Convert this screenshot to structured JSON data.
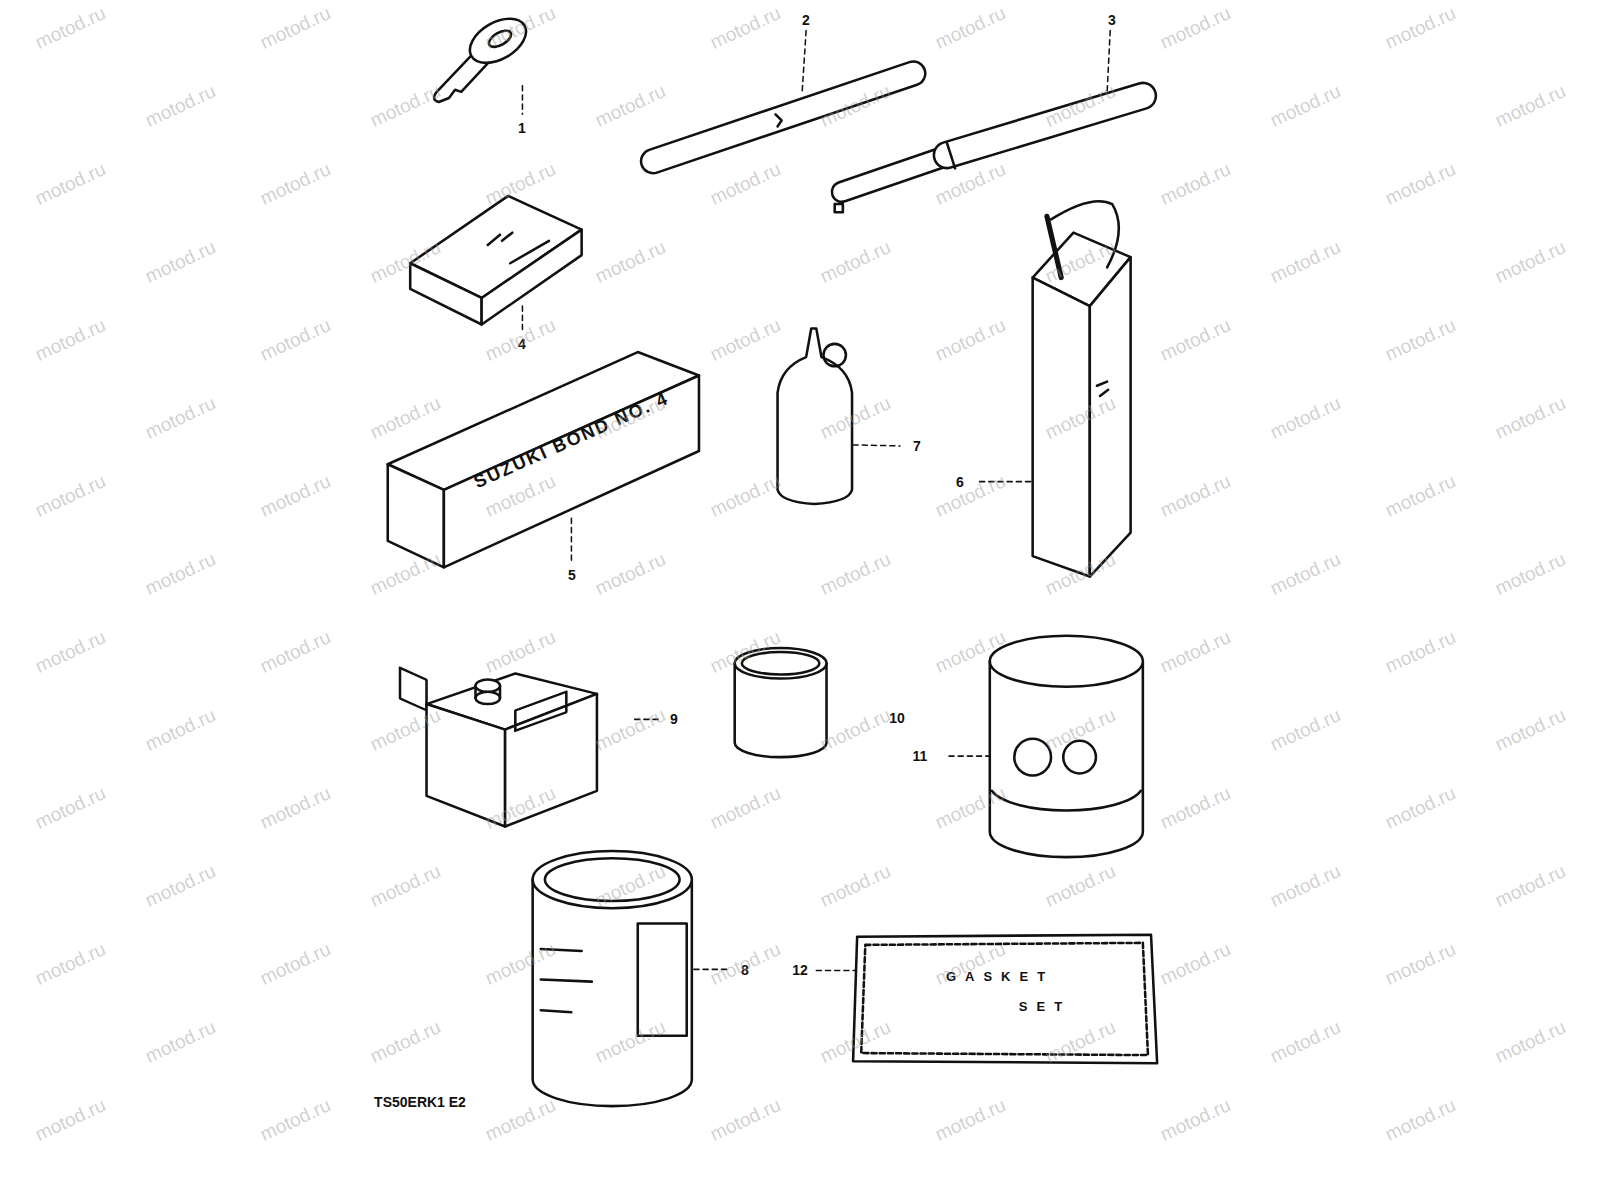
{
  "diagram": {
    "labels": [
      "2",
      "3",
      "1",
      "4",
      "7",
      "6",
      "5",
      "9",
      "10",
      "11",
      "8",
      "12",
      "SUZUKI BOND NO. 4",
      "GASKET",
      "SET",
      "TS50ERK1 E2",
      "motod.ru",
      "motod.ru",
      "motod.ru",
      "motod.ru",
      "motod.ru",
      "motod.ru",
      "motod.ru",
      "motod.ru",
      "motod.ru",
      "motod.ru",
      "motod.ru",
      "motod.ru",
      "motod.ru",
      "motod.ru",
      "motod.ru",
      "motod.ru",
      "motod.ru",
      "motod.ru",
      "motod.ru",
      "motod.ru",
      "motod.ru",
      "motod.ru",
      "motod.ru",
      "motod.ru",
      "motod.ru",
      "motod.ru",
      "motod.ru",
      "motod.ru",
      "motod.ru",
      "motod.ru",
      "motod.ru",
      "motod.ru",
      "motod.ru",
      "motod.ru",
      "motod.ru",
      "motod.ru",
      "motod.ru",
      "motod.ru",
      "motod.ru",
      "motod.ru",
      "motod.ru",
      "motod.ru",
      "motod.ru",
      "motod.ru",
      "motod.ru",
      "motod.ru",
      "motod.ru",
      "motod.ru",
      "motod.ru",
      "motod.ru",
      "motod.ru",
      "motod.ru",
      "motod.ru",
      "motod.ru",
      "motod.ru",
      "motod.ru",
      "motod.ru",
      "motod.ru",
      "motod.ru",
      "motod.ru",
      "motod.ru",
      "motod.ru",
      "motod.ru",
      "motod.ru",
      "motod.ru",
      "motod.ru",
      "motod.ru",
      "motod.ru",
      "motod.ru",
      "motod.ru",
      "motod.ru",
      "motod.ru",
      "motod.ru",
      "motod.ru",
      "motod.ru",
      "motod.ru",
      "motod.ru",
      "motod.ru",
      "motod.ru",
      "motod.ru",
      "motod.ru",
      "motod.ru",
      "motod.ru",
      "motod.ru",
      "motod.ru",
      "motod.ru",
      "motod.ru",
      "motod.ru",
      "motod.ru",
      "motod.ru",
      "motod.ru",
      "motod.ru",
      "motod.ru",
      "motod.ru",
      "motod.ru",
      "motod.ru",
      "motod.ru",
      "motod.ru",
      "motod.ru",
      "motod.ru",
      "motod.ru",
      "motod.ru",
      "motod.ru",
      "motod.ru",
      "motod.ru"
    ]
  }
}
